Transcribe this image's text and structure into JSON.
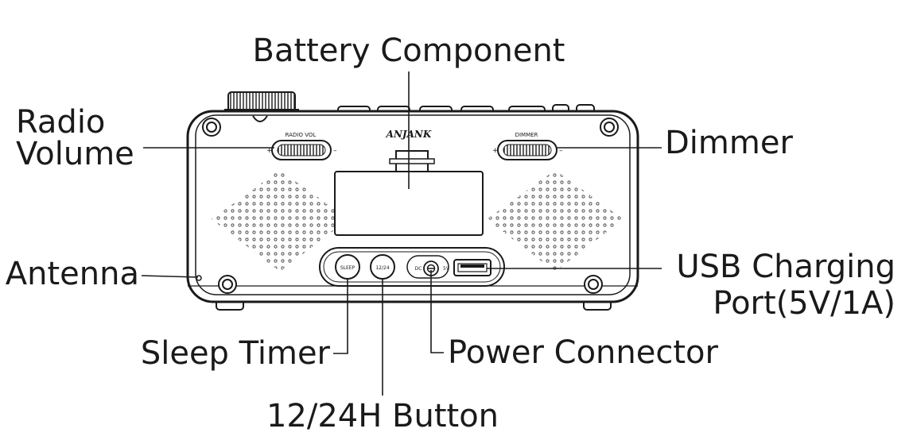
{
  "device": {
    "brand": "ANJANK",
    "knob_labels": {
      "radio_vol": "RADIO VOL",
      "dimmer": "DIMMER",
      "plus": "+",
      "minus": "–"
    },
    "button_labels": {
      "sleep": "SLEEP",
      "twelve_24": "12/24",
      "dc": "DC",
      "five_v": "5V"
    }
  },
  "callouts": {
    "battery_component": "Battery Component",
    "radio_volume_line1": "Radio",
    "radio_volume_line2": "Volume",
    "dimmer": "Dimmer",
    "antenna": "Antenna",
    "usb_line1": "USB Charging",
    "usb_line2": "Port(5V/1A)",
    "sleep_timer": "Sleep Timer",
    "power_connector": "Power Connector",
    "twelve_24h_button": "12/24H Button"
  },
  "colors": {
    "line": "#1a1a1a",
    "fill": "#ffffff"
  }
}
